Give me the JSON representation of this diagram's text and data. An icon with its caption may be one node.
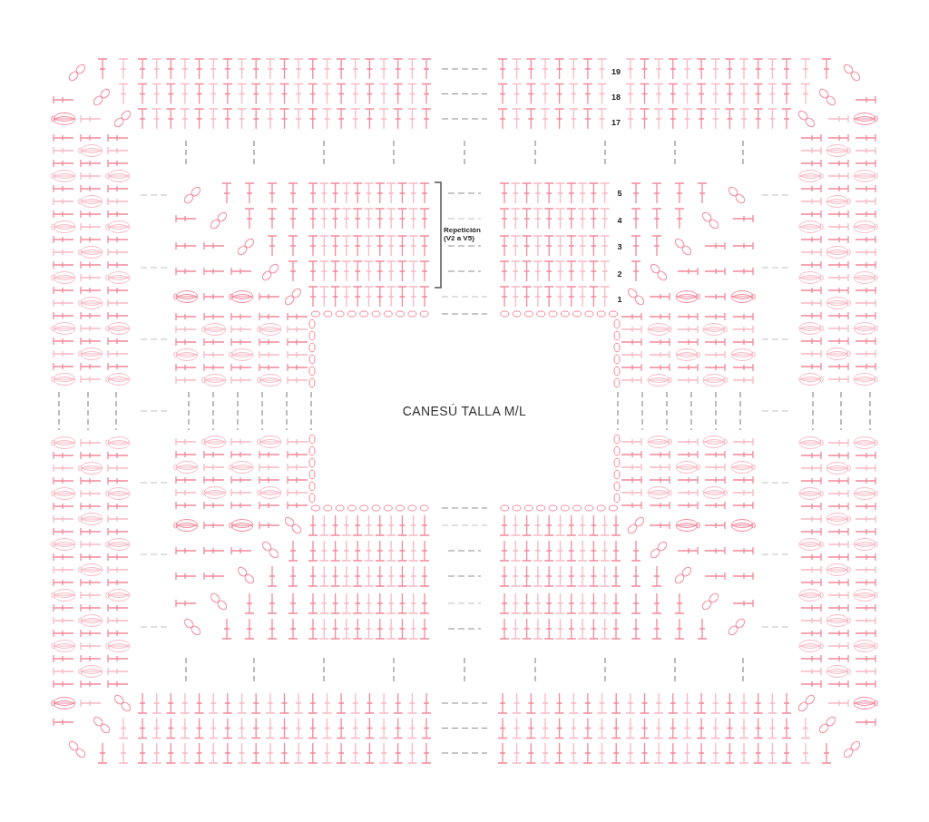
{
  "diagram": {
    "title": "CANESÚ TALLA M/L",
    "labels": [
      "19",
      "18",
      "17",
      "5",
      "4",
      "Repetición (V2 a V5)",
      "3",
      "2",
      "1"
    ]
  }
}
